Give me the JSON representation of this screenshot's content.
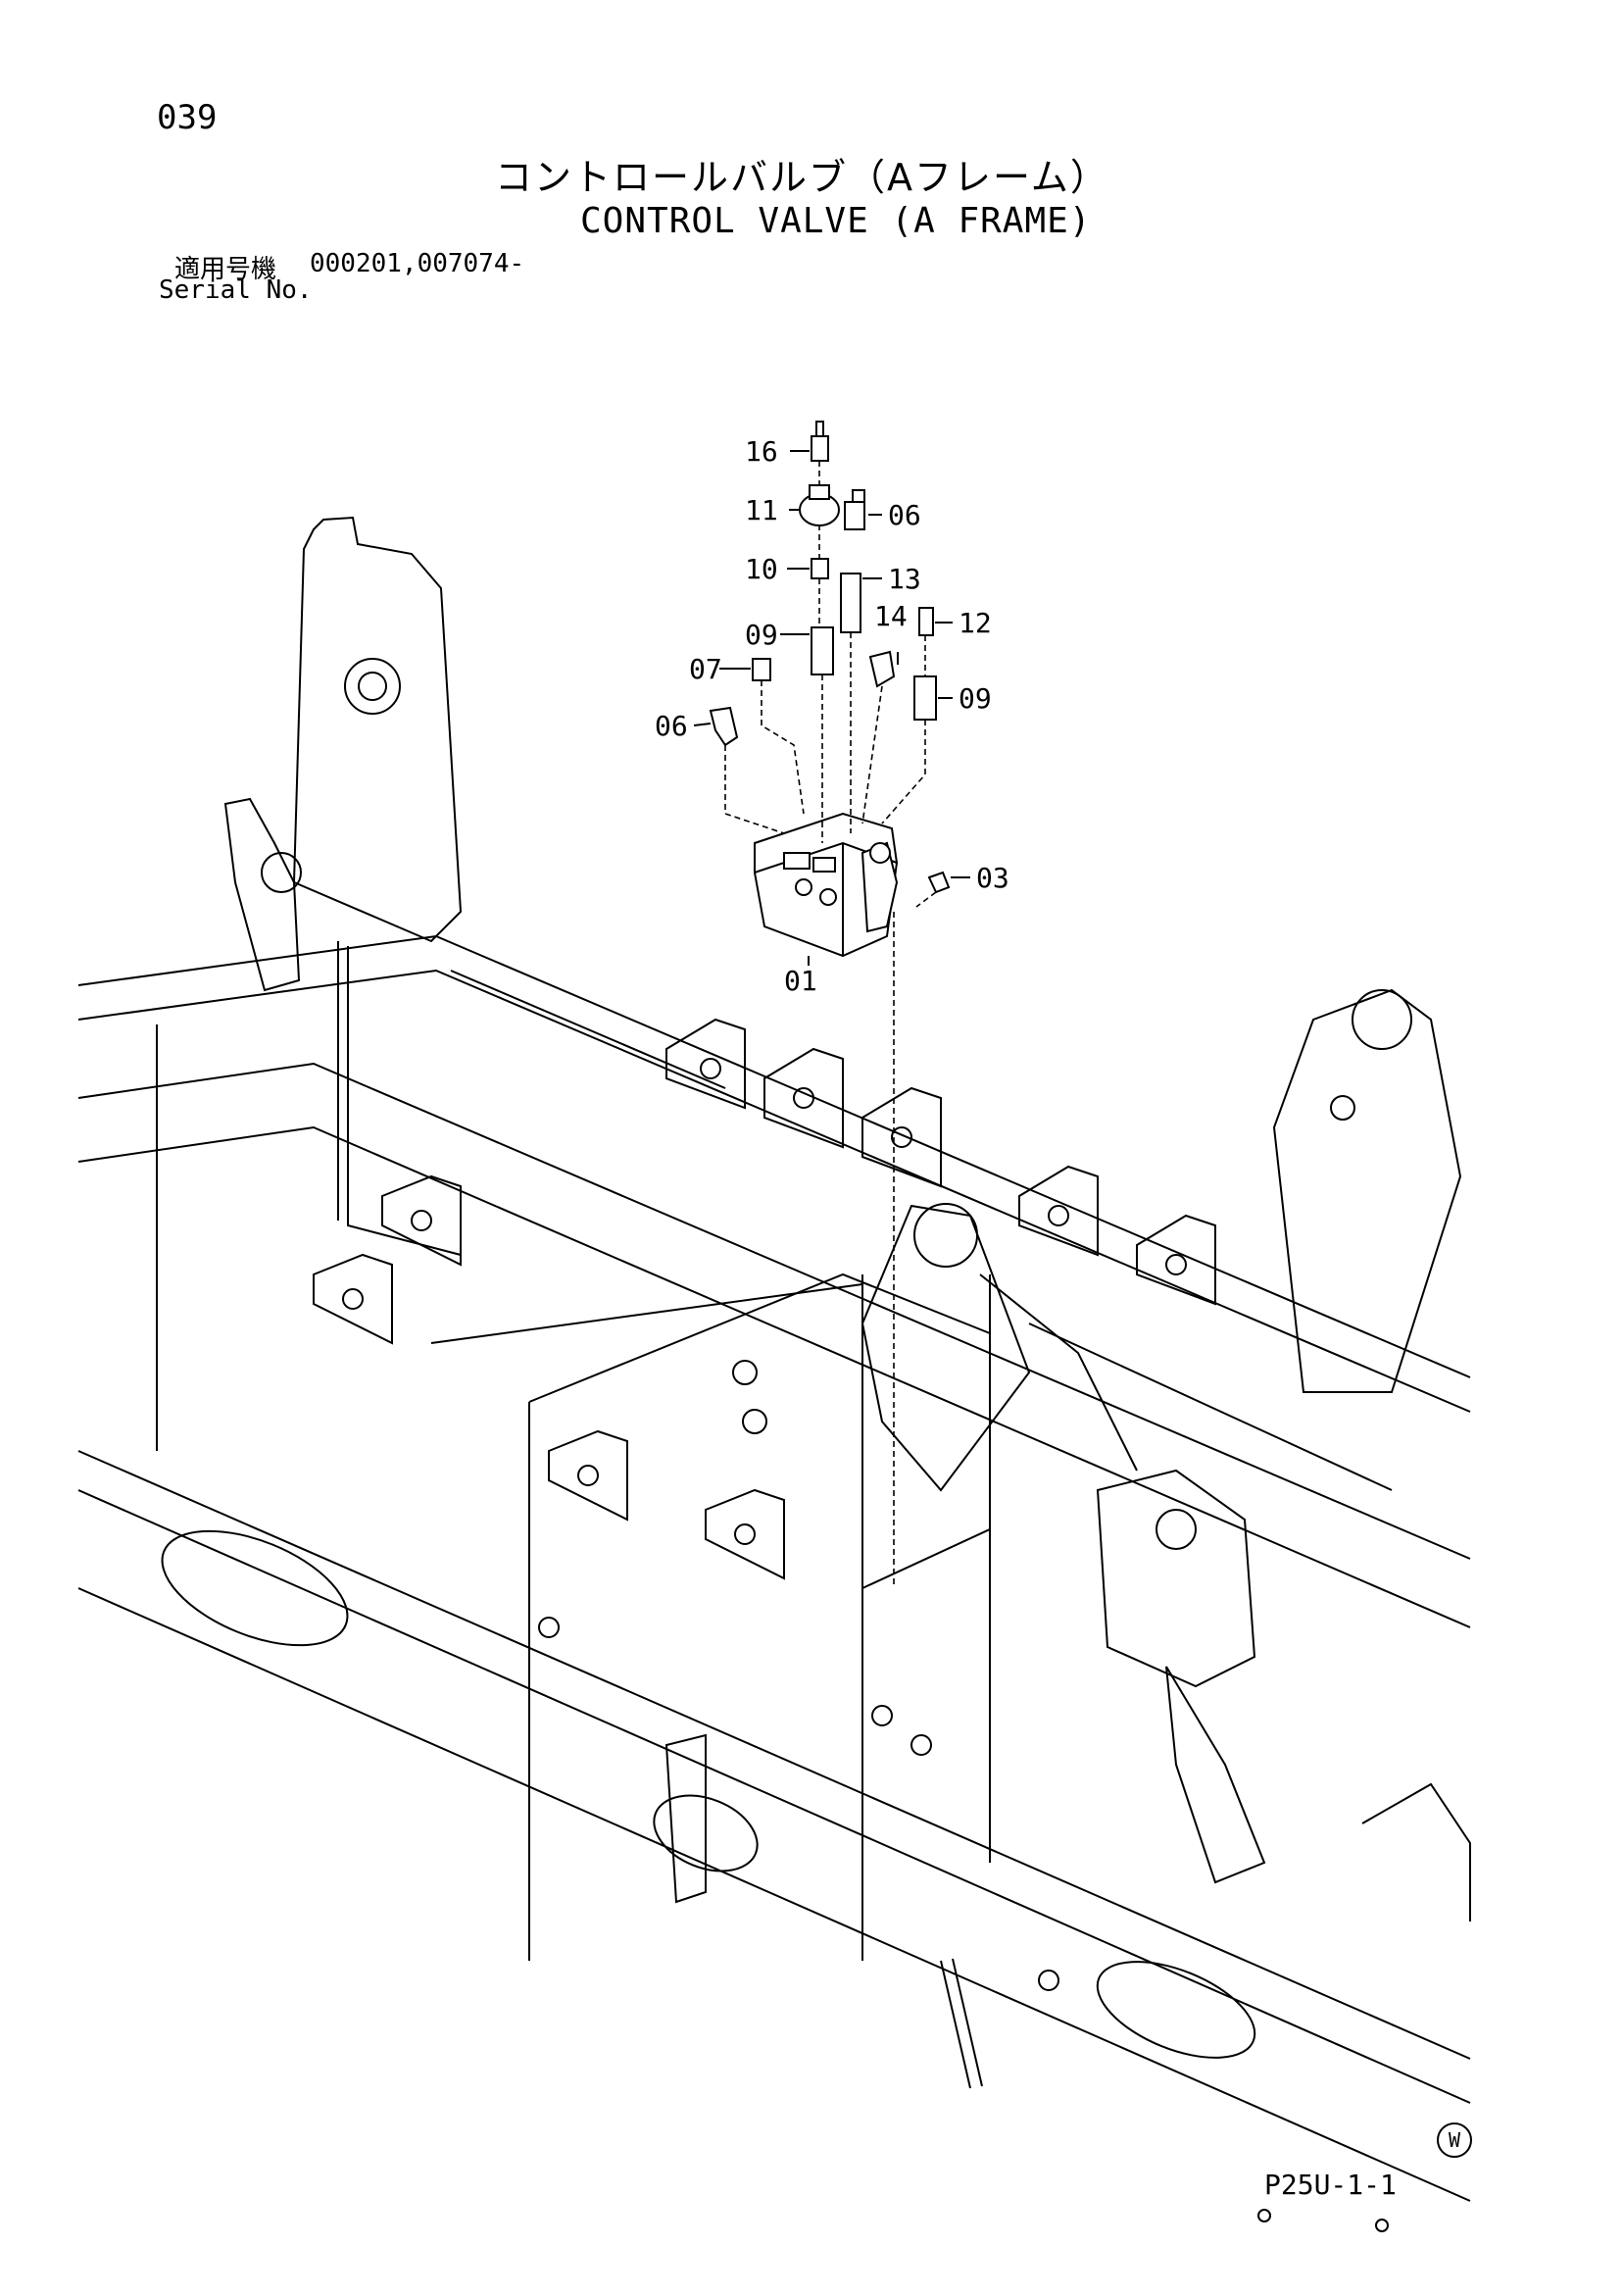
{
  "page": {
    "number": "039",
    "title_jp": "コントロールバルブ（Aフレーム）",
    "title_en": "CONTROL VALVE (A FRAME)",
    "serial_label_jp": "適用号機",
    "serial_numbers": "000201,007074-",
    "serial_label_en": "Serial No.",
    "page_code": "P25U-1-1",
    "corner_mark": "W"
  },
  "callouts": [
    "16",
    "11",
    "06",
    "10",
    "13",
    "09",
    "14",
    "12",
    "07",
    "09",
    "06",
    "03",
    "01"
  ]
}
